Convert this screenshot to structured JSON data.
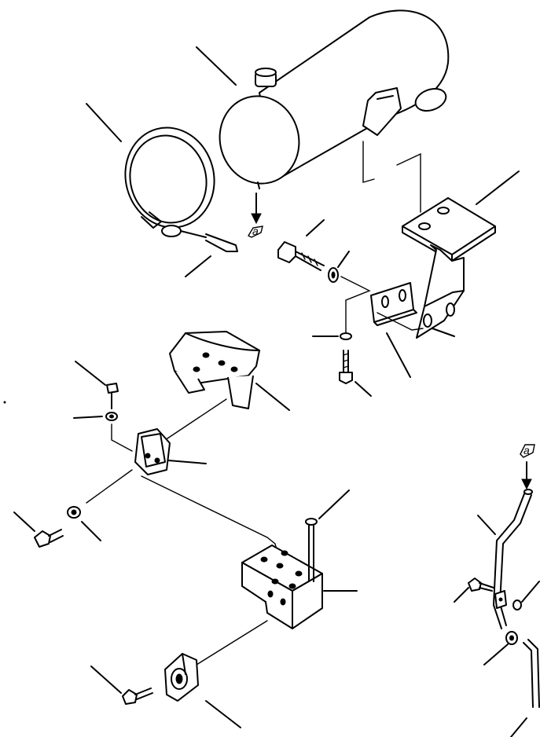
{
  "diagram": {
    "reference_marks": [
      {
        "id": "ref-muffler-drain",
        "text": "a"
      },
      {
        "id": "ref-tailpipe-inlet",
        "text": "a"
      }
    ],
    "leader_count": 24
  }
}
